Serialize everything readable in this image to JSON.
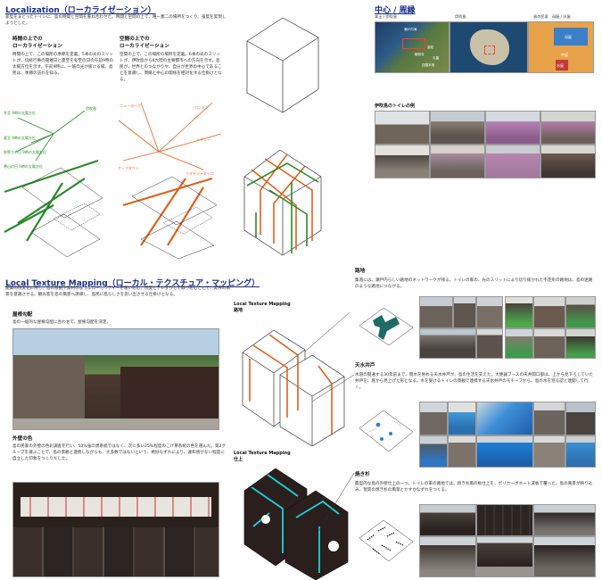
{
  "localization": {
    "title": "Localization（ローカライゼーション）",
    "intro": "家型をまとったトイレに、島の時間と空間を重ね合わせた。時間と空間の上で、唯一無二の場所をつくり、強度を実現しようとした。",
    "time": {
      "heading": "時間の上での\nローカライゼーション",
      "text": "時間の上で、この場所の季節を定義。5本の光のスリットが、伝統行事の開催日と夏至を冬至の日の午前9時の太陽方位を示す。午前9時に、一筋の光が抜ける場。島民は、季節の訪れを知る。"
    },
    "space": {
      "heading": "空間の上での\nローカライゼーション",
      "text": "空間の上で、この場所の場所を定義。6本の光のスリットが、伊吹島から6大陸の主要都市への方向を示す。島民が、世界とのつながりや、自分が世界の中心であることを意識し、周縁と中心の関係を相対化する仕掛けとなる。"
    },
    "diagram_labels": {
      "left": [
        "冬至 9時の太陽方位",
        "伊吹島",
        "夏至 9時の太陽方位",
        "秋祭りの日 9時の太陽方位",
        "寒山の日 9時の太陽方位"
      ],
      "right": [
        "ロンドン",
        "ニューヨーク",
        "シドニー",
        "ケープタウン",
        "リオデジャネイロ"
      ]
    }
  },
  "center": {
    "title": "中心 / 周縁",
    "map_labels": [
      "本土 / 伊吹島",
      "伊吹島",
      "島の民家　母屋 / 水屋"
    ],
    "map_inset": [
      "瀬戸内海",
      "高松",
      "観音寺",
      "丸亀",
      "四国本島",
      "母屋",
      "中庭",
      "水屋"
    ]
  },
  "toilets": {
    "title": "伊吹島のトイレの例"
  },
  "ltm": {
    "title": "Local Texture Mapping（ローカル・テクスチュア・マッピング）",
    "intro": "建築の現実化に際し、島の景観や素材のようなローカリティーを吸い込む。現実とテレずりして取り込むことで、実際の風景を意識させる。観光客を島の風景へ誘導し、島民に島らしさを思い出させる仕掛けとなる。",
    "roof": {
      "heading": "屋根勾配",
      "text": "島の一般的な屋根勾配に合わせて、屋根勾配を決定。"
    },
    "wall": {
      "heading": "外壁の色",
      "text": "島の民家の外壁の色彩調査を行い、50%強の黒系統ではなく、次に多い25%程度のこげ茶系統の色を選んだ。第2グループを選ぶことで、島の景観と連携しながらも、大多数ではないという、絶妙なずれにより、違和感がない程度に自立した印象をつくりだした。"
    },
    "model_top_label": "Local Texture Mapping\n路地",
    "model_bottom_label": "Local Texture Mapping\n仕上",
    "roji": {
      "heading": "路地",
      "text": "集落には、瀬戸内らしい路地のネットワークが残る。トイレの家の、光のスリットにより切り抜かれた不定形の路地は、島の迷路のような路地につながる。"
    },
    "tensui": {
      "heading": "天水井戸",
      "text": "水道の開通する30年前まで、雨水を貯める天水井戸が、島の生活を支えた。大便器ブースの天井開口部は、上から見下ろしていた井戸を、底から見上げた形となる。水を受けるトイレの景観で連携する天水井戸のモチーフから、島の水を巡る認と連関して行く。"
    },
    "yakisugi": {
      "heading": "焼き杉",
      "text": "典型的な島の外壁仕上の一つ。トイレの家の路地では、焼き杉風の板仕上を、ポリカーボネート波板で覆った。島の風景が映り込み、現実の焼き杉の風景とかすかなずれをつくる。"
    }
  }
}
